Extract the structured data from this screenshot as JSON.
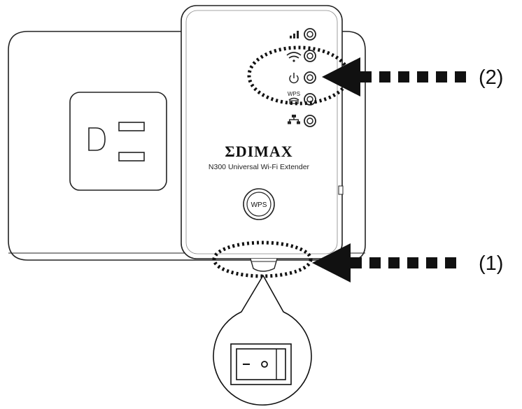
{
  "device": {
    "brand": "ΣDIMAX",
    "model": "N300 Universal Wi-Fi Extender",
    "wps_button_label": "WPS",
    "wps_led_caption": "WPS"
  },
  "leds": [
    {
      "name": "signal",
      "icon": "signal-bars-icon"
    },
    {
      "name": "wifi",
      "icon": "wifi-icon"
    },
    {
      "name": "power",
      "icon": "power-icon"
    },
    {
      "name": "wps",
      "icon": "wps-icon"
    },
    {
      "name": "lan",
      "icon": "lan-icon"
    }
  ],
  "callouts": {
    "leds_label": "(2)",
    "switch_label": "(1)"
  },
  "colors": {
    "ink": "#111111",
    "panel_bg": "#ffffff"
  }
}
